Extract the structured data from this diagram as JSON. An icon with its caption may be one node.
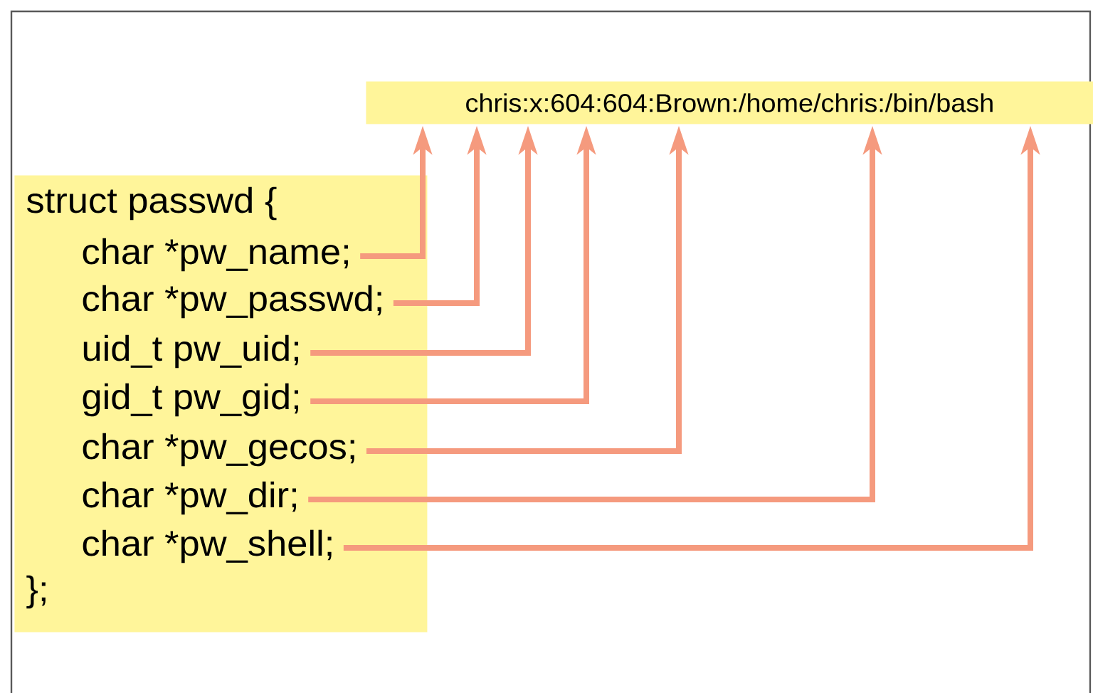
{
  "diagram": {
    "nodes": [
      {
        "text": [
          "struct passwd {",
          "};"
        ]
      },
      {
        "text": [
          "char *pw_name;"
        ],
        "in": 0
      },
      {
        "text": [
          "char *pw_passwd;"
        ],
        "in": 0
      },
      {
        "text": [
          "uid_t  pw_uid;"
        ],
        "in": 0
      },
      {
        "text": [
          "gid_t  pw_gid;"
        ],
        "in": 0
      },
      {
        "text": [
          "char *pw_gecos;"
        ],
        "in": 0
      },
      {
        "text": [
          "char *pw_dir;"
        ],
        "in": 0
      },
      {
        "text": [
          "char *pw_shell;"
        ],
        "in": 0
      },
      {
        "text": [
          "chris:x:604:604:Brown:/home/chris:/bin/bash"
        ]
      }
    ],
    "edges": [
      {
        "from": 1,
        "to": 8,
        "arrow": "to"
      },
      {
        "from": 2,
        "to": 8,
        "arrow": "to"
      },
      {
        "from": 3,
        "to": 8,
        "arrow": "to"
      },
      {
        "from": 4,
        "to": 8,
        "arrow": "to"
      },
      {
        "from": 5,
        "to": 8,
        "arrow": "to"
      },
      {
        "from": 6,
        "to": 8,
        "arrow": "to"
      },
      {
        "from": 7,
        "to": 8,
        "arrow": "to"
      }
    ]
  }
}
